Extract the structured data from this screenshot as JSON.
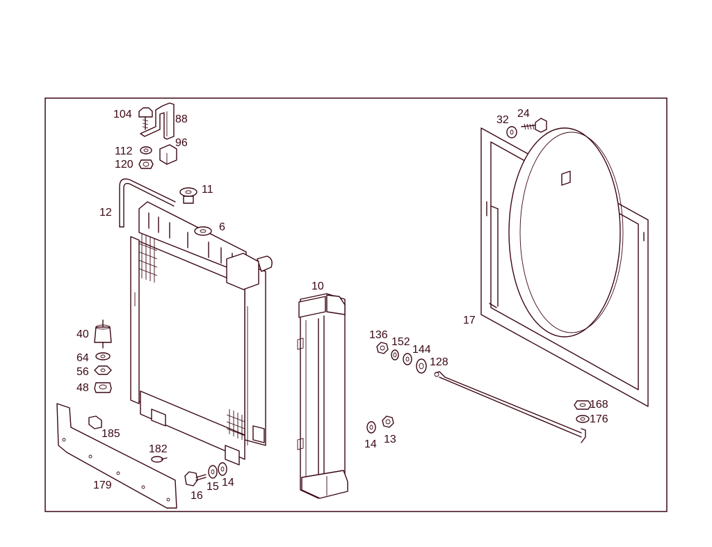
{
  "colors": {
    "line": "#3a0612",
    "frame": "#3a0612",
    "background": "#ffffff"
  },
  "callouts": {
    "p104": "104",
    "p88": "88",
    "p112": "112",
    "p96": "96",
    "p120": "120",
    "p11": "11",
    "p12": "12",
    "p6": "6",
    "p40": "40",
    "p64": "64",
    "p56": "56",
    "p48": "48",
    "p185": "185",
    "p182": "182",
    "p179": "179",
    "p16": "16",
    "p15": "15",
    "p14a": "14",
    "p10": "10",
    "p136": "136",
    "p152": "152",
    "p144": "144",
    "p128": "128",
    "p14b": "14",
    "p13": "13",
    "p32": "32",
    "p24": "24",
    "p17": "17",
    "p168": "168",
    "p176": "176"
  }
}
